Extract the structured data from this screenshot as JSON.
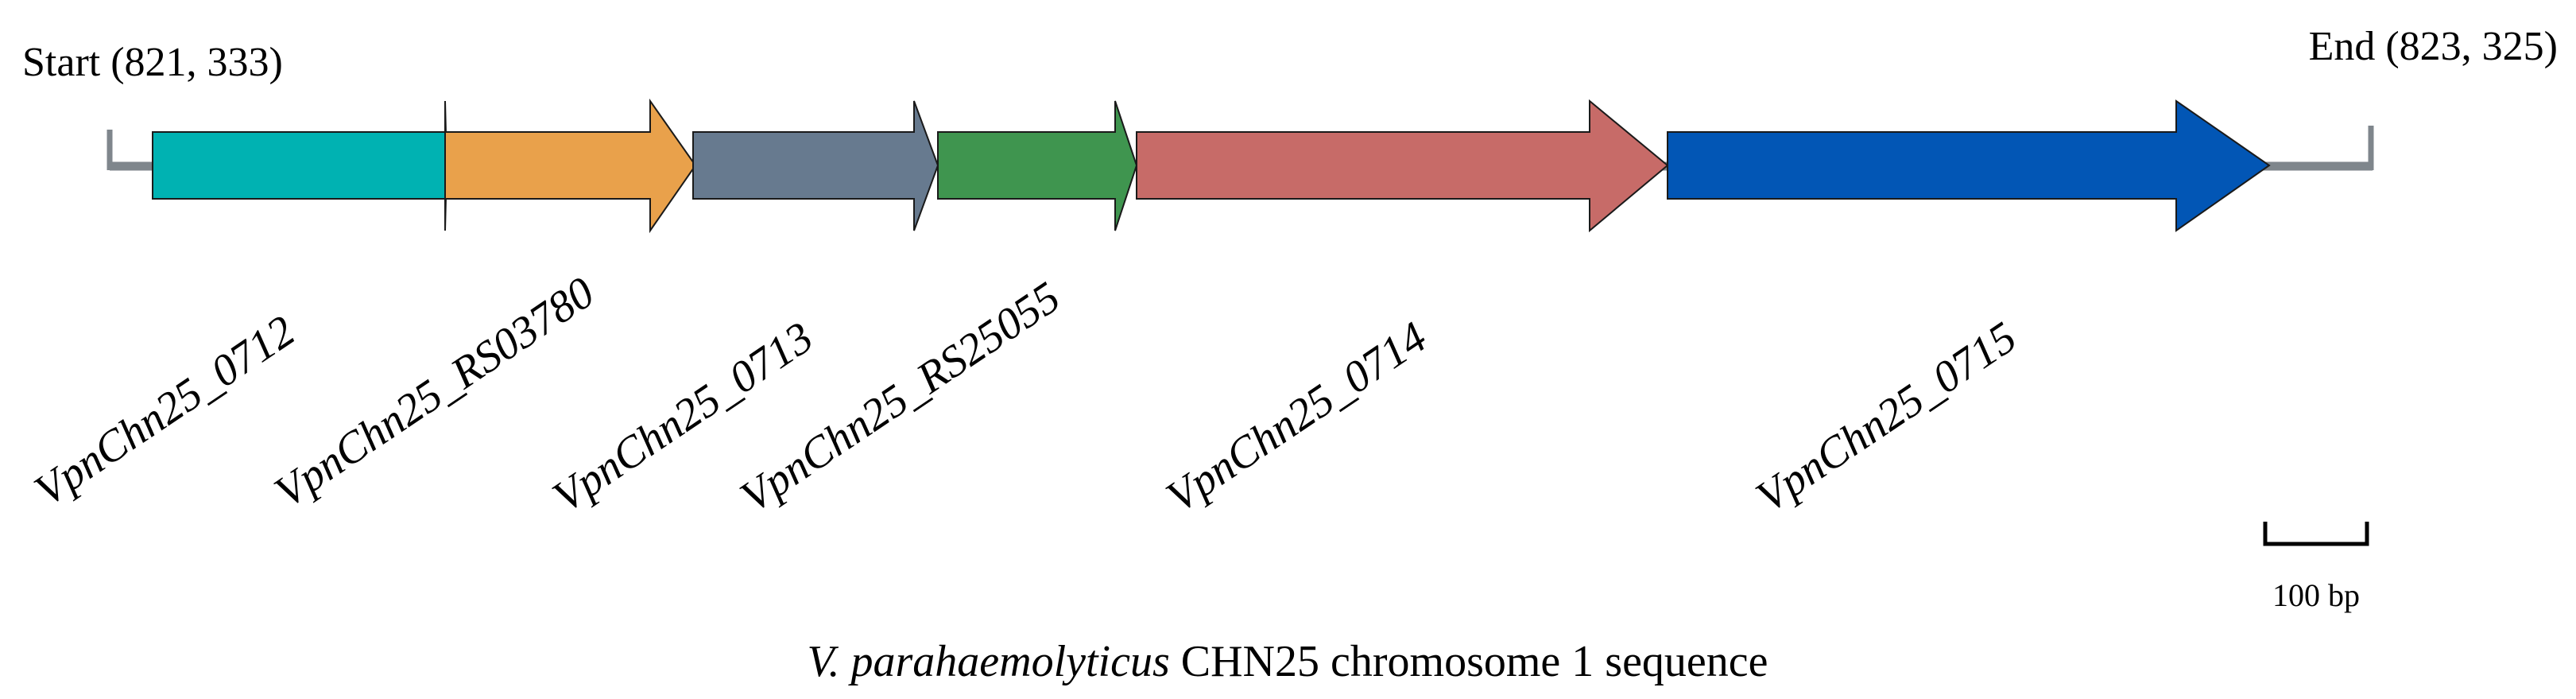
{
  "start_label": "Start (821, 333)",
  "end_label": "End (823, 325)",
  "genes": [
    {
      "name": "VpnChn25_0712",
      "color": "#00b2b2"
    },
    {
      "name": "VpnChn25_RS03780",
      "color": "#e9a14b"
    },
    {
      "name": "VpnChn25_0713",
      "color": "#677a8f"
    },
    {
      "name": "VpnChn25_RS25055",
      "color": "#3f954f"
    },
    {
      "name": "VpnChn25_0714",
      "color": "#c76b68"
    },
    {
      "name": "VpnChn25_0715",
      "color": "#0256b5"
    }
  ],
  "backbone_color": "#7f868c",
  "scale_bar": {
    "label": "100 bp"
  },
  "caption": {
    "species": "V. parahaemolyticus",
    "rest": " CHN25 chromosome 1 sequence"
  }
}
